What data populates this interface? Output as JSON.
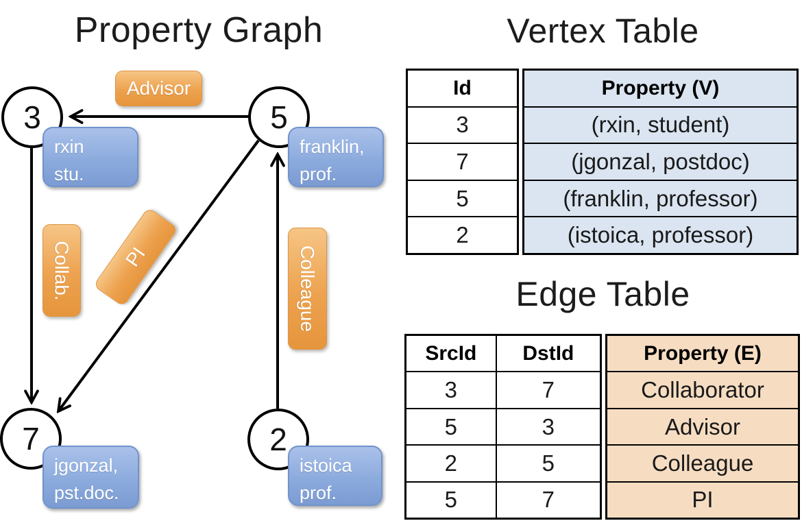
{
  "colors": {
    "edge_label_orange": "#EDA24F",
    "vertex_box_blue": "#8CABDD",
    "vertex_table_cell_blue": "#DBE5F1",
    "edge_table_cell_tan": "#F6DDC2",
    "line_black": "#000000"
  },
  "graph": {
    "title": "Property Graph",
    "nodes": [
      {
        "id": "3",
        "prop_line1": "rxin",
        "prop_line2": "stu."
      },
      {
        "id": "5",
        "prop_line1": "franklin,",
        "prop_line2": "prof."
      },
      {
        "id": "7",
        "prop_line1": "jgonzal,",
        "prop_line2": "pst.doc."
      },
      {
        "id": "2",
        "prop_line1": "istoica",
        "prop_line2": "prof."
      }
    ],
    "edge_labels": {
      "advisor": "Advisor",
      "collab": "Collab.",
      "pi": "PI",
      "colleague": "Colleague"
    }
  },
  "vertex_table": {
    "title": "Vertex Table",
    "columns": {
      "id": "Id",
      "property": "Property (V)"
    },
    "rows": [
      {
        "id": "3",
        "property": "(rxin, student)"
      },
      {
        "id": "7",
        "property": "(jgonzal, postdoc)"
      },
      {
        "id": "5",
        "property": "(franklin, professor)"
      },
      {
        "id": "2",
        "property": "(istoica, professor)"
      }
    ]
  },
  "edge_table": {
    "title": "Edge Table",
    "columns": {
      "src": "SrcId",
      "dst": "DstId",
      "property": "Property (E)"
    },
    "rows": [
      {
        "src": "3",
        "dst": "7",
        "property": "Collaborator"
      },
      {
        "src": "5",
        "dst": "3",
        "property": "Advisor"
      },
      {
        "src": "2",
        "dst": "5",
        "property": "Colleague"
      },
      {
        "src": "5",
        "dst": "7",
        "property": "PI"
      }
    ]
  }
}
